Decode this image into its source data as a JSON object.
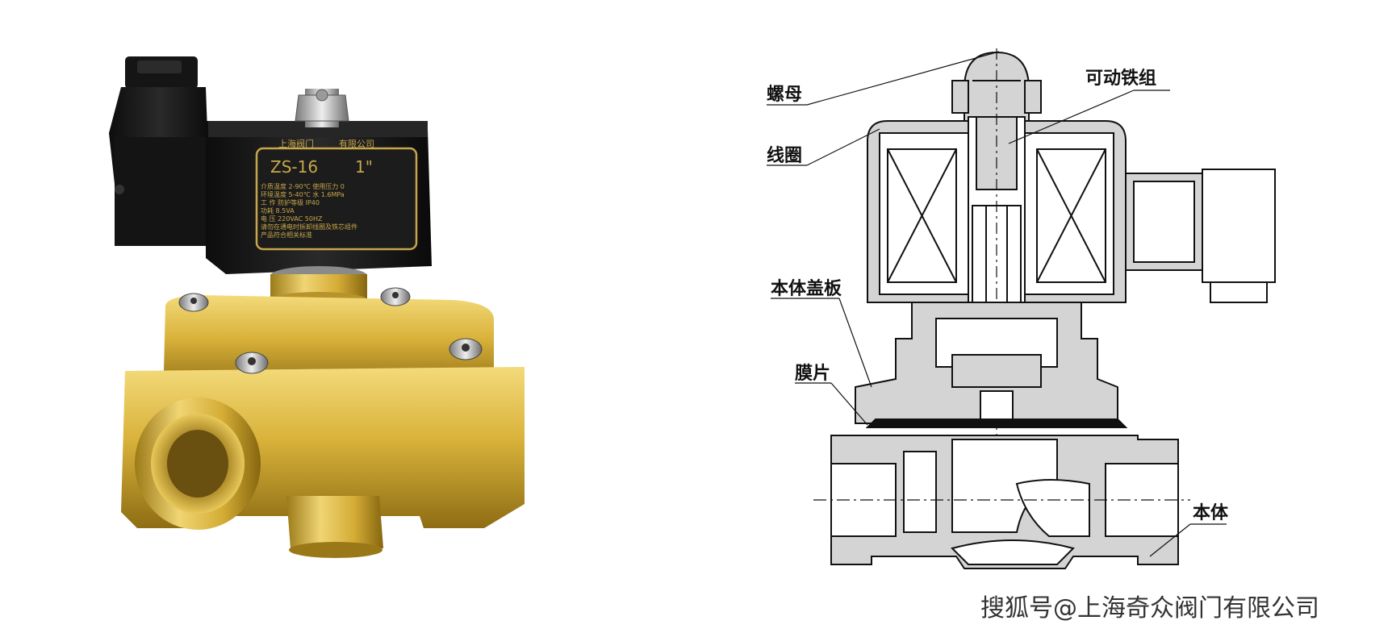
{
  "photo": {
    "plate_company": "上海阀门",
    "plate_company_suffix": "有限公司",
    "model": "ZS-16",
    "size": "1\"",
    "spec_lines": [
      "介质温度 2-90℃   使用压力 0",
      "环境温度 5-40℃   水  1.6MPa",
      "工  作          防护等级 IP40",
      "功耗 8.5VA",
      "电  压 220VAC 50HZ",
      "请勿在通电时拆卸线圈及铁芯组件",
      "产品符合相关标准"
    ]
  },
  "diagram": {
    "labels": {
      "nut": "螺母",
      "coil": "线圈",
      "moving_core": "可动铁组",
      "body_cover": "本体盖板",
      "diaphragm": "膜片",
      "body": "本体"
    }
  },
  "watermark": "搜狐号@上海奇众阀门有限公司",
  "colors": {
    "brass_light": "#e8c95a",
    "brass_mid": "#c9a22a",
    "brass_dark": "#8a6a10",
    "coil_black": "#1a1a1a",
    "plate_gold": "#c8a64a",
    "section_gray": "#d4d4d4",
    "line_black": "#111111",
    "watermark": "#333333"
  }
}
